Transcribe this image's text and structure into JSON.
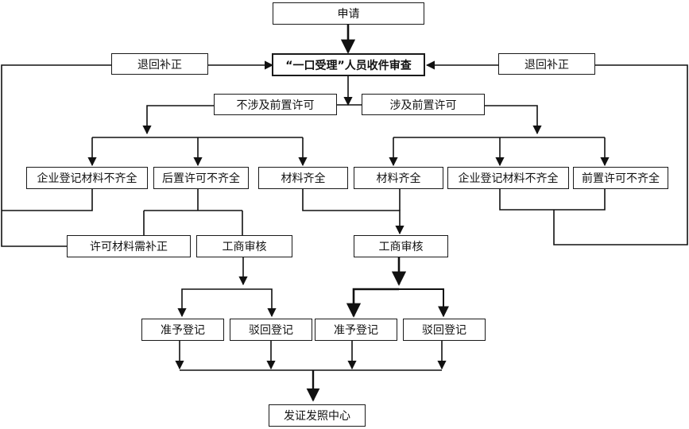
{
  "nodes": {
    "apply": "申请",
    "review": "“一口受理”人员收件审查",
    "return_left": "退回补正",
    "return_right": "退回补正",
    "not_involve": "不涉及前置许可",
    "involve": "涉及前置许可",
    "l_reg_incomplete": "企业登记材料不齐全",
    "l_post_incomplete": "后置许可不齐全",
    "l_complete": "材料齐全",
    "r_complete": "材料齐全",
    "r_reg_incomplete": "企业登记材料不齐全",
    "r_pre_incomplete": "前置许可不齐全",
    "permit_supplement": "许可材料需补正",
    "l_audit": "工商审核",
    "r_audit": "工商审核",
    "l_approve": "准予登记",
    "l_reject": "驳回登记",
    "r_approve": "准予登记",
    "r_reject": "驳回登记",
    "center": "发证发照中心"
  }
}
